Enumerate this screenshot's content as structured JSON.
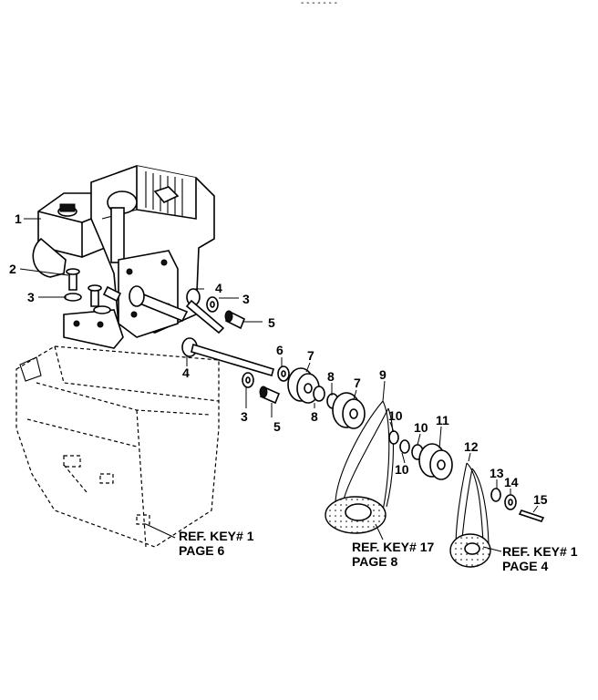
{
  "header": {
    "corner_text": "- - - - - - -"
  },
  "callouts": [
    "1",
    "2",
    "3",
    "3",
    "3",
    "4",
    "4",
    "5",
    "5",
    "6",
    "7",
    "7",
    "8",
    "8",
    "9",
    "10",
    "10",
    "10",
    "11",
    "12",
    "13",
    "14",
    "15"
  ],
  "references": [
    {
      "line1": "REF. KEY# 1",
      "line2": "PAGE  6"
    },
    {
      "line1": "REF. KEY# 17",
      "line2": "PAGE  8"
    },
    {
      "line1": "REF. KEY# 1",
      "line2": "PAGE  4"
    }
  ]
}
